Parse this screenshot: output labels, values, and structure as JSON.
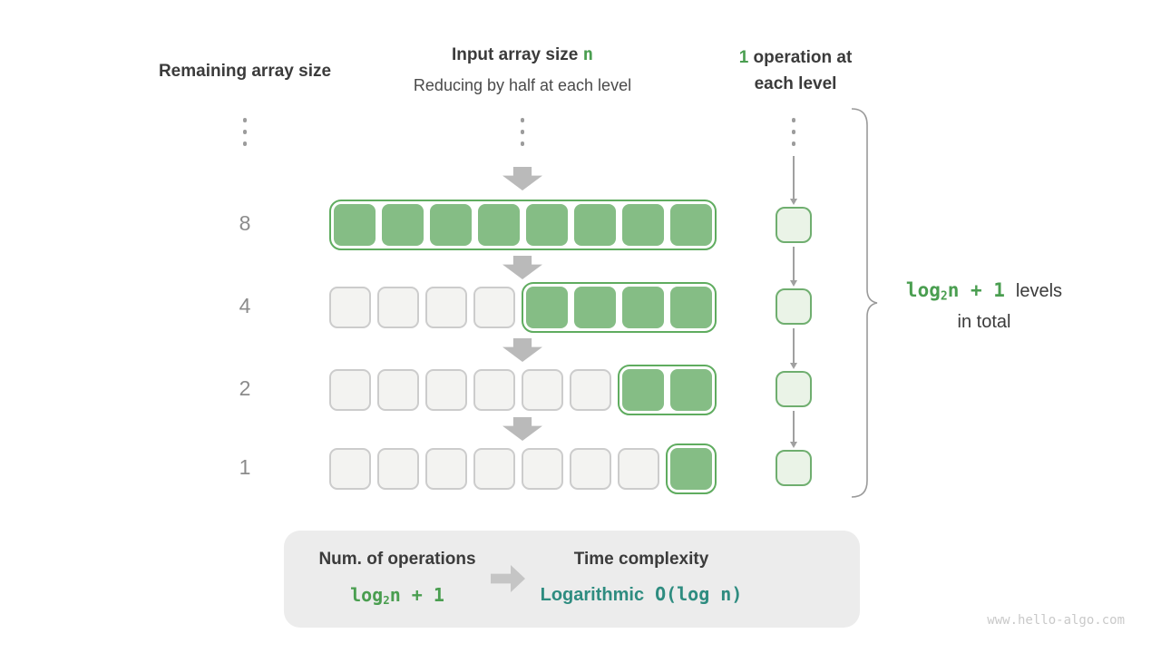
{
  "colors": {
    "green_text": "#4a9e50",
    "green_fill": "#85bd85",
    "green_border": "#5fac5f",
    "light_green_fill": "#eaf3e7",
    "light_green_border": "#6fae6f",
    "gray_square_fill": "#f3f3f1",
    "gray_square_border": "#cccccc",
    "dark_text": "#3b3b3b",
    "gray_text": "#8b8b8b",
    "arrow_gray": "#bababa",
    "teal_text": "#2e8c80",
    "box_bg": "#ececec"
  },
  "headers": {
    "left": "Remaining array size",
    "center_line1_prefix": "Input array size ",
    "center_line1_n": "n",
    "center_line2": "Reducing by half at each level",
    "right_num": "1",
    "right_line1_rest": " operation at",
    "right_line2": "each level"
  },
  "levels": [
    {
      "label": "8",
      "gray": 0,
      "green": 8
    },
    {
      "label": "4",
      "gray": 4,
      "green": 4
    },
    {
      "label": "2",
      "gray": 6,
      "green": 2
    },
    {
      "label": "1",
      "gray": 7,
      "green": 1
    }
  ],
  "brace_label": {
    "formula_prefix": "log",
    "formula_sub": "2",
    "formula_suffix": "n + 1",
    "line1_rest": "levels",
    "line2": "in total"
  },
  "summary": {
    "left_title": "Num. of operations",
    "left_formula_prefix": "log",
    "left_formula_sub": "2",
    "left_formula_suffix": "n + 1",
    "right_title": "Time complexity",
    "right_value_word": "Logarithmic",
    "right_value_code": "O(log n)"
  },
  "watermark": "www.hello-algo.com"
}
